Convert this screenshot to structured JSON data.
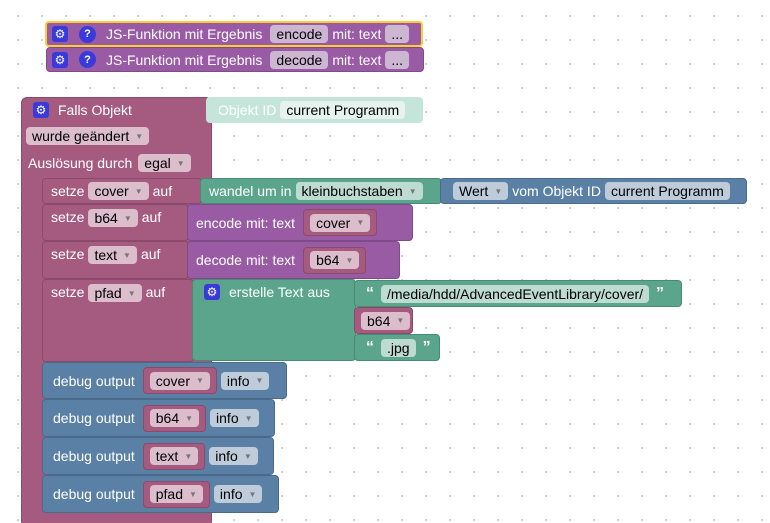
{
  "js_functions": [
    {
      "label": "JS-Funktion mit Ergebnis",
      "name": "encode",
      "param_label": "mit: text",
      "more": "...",
      "selected": true
    },
    {
      "label": "JS-Funktion mit Ergebnis",
      "name": "decode",
      "param_label": "mit: text",
      "more": "...",
      "selected": false
    }
  ],
  "event": {
    "label": "Falls Objekt",
    "object_label": "Objekt ID",
    "object_id": "current Programm",
    "condition": "wurde geändert",
    "trigger_label": "Auslösung durch",
    "trigger": "egal"
  },
  "statements": {
    "set_label": "setze",
    "to_label": "auf",
    "cover": {
      "var": "cover",
      "convert_label": "wandel um in",
      "mode": "kleinbuchstaben",
      "value": "Wert",
      "from_label": "vom Objekt ID",
      "object_id": "current Programm"
    },
    "b64": {
      "var": "b64",
      "func": "encode",
      "mit": "mit:",
      "param": "text",
      "arg": "cover"
    },
    "text": {
      "var": "text",
      "func": "decode",
      "mit": "mit:",
      "param": "text",
      "arg": "b64"
    },
    "pfad": {
      "var": "pfad",
      "create_label": "erstelle Text aus",
      "part1": "/media/hdd/AdvancedEventLibrary/cover/",
      "part2": "b64",
      "part3": ".jpg"
    },
    "debug": [
      {
        "label": "debug output",
        "var": "cover",
        "level": "info"
      },
      {
        "label": "debug output",
        "var": "b64",
        "level": "info"
      },
      {
        "label": "debug output",
        "var": "text",
        "level": "info"
      },
      {
        "label": "debug output",
        "var": "pfad",
        "level": "info"
      }
    ]
  },
  "colors": {
    "event": "#a55b80",
    "function": "#9a5ba5",
    "text": "#5ba58c",
    "system": "#5b80a5",
    "highlight": "#fc3"
  }
}
